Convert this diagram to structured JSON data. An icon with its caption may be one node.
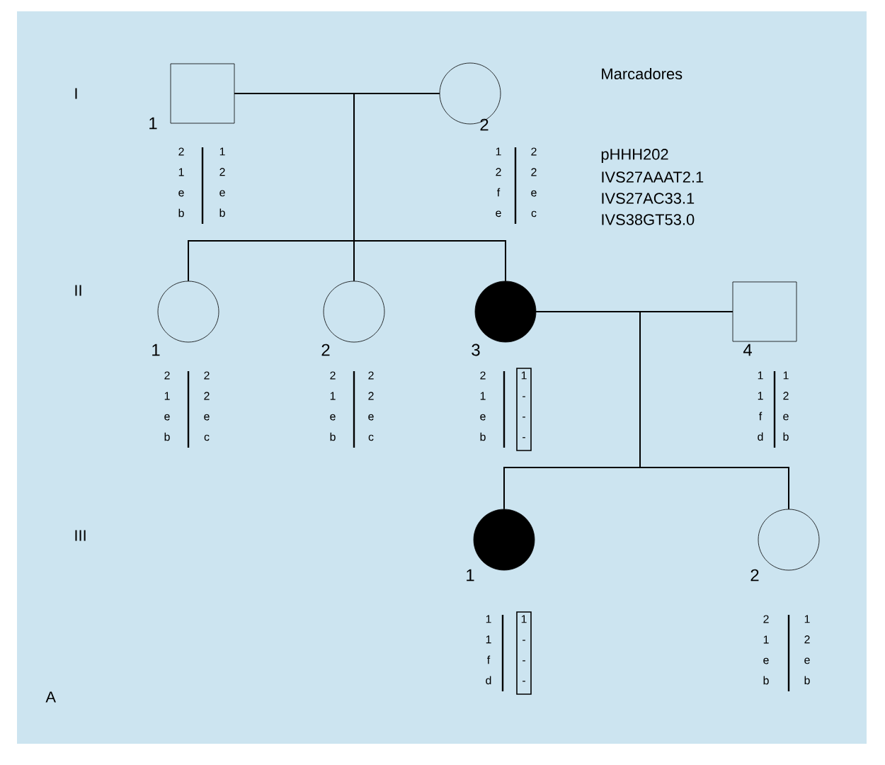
{
  "diagram": {
    "nodes": [
      {
        "text": [],
        "shape": "box",
        "beside": [
          "1",
          "2 1 e b",
          "1 2 e b"
        ]
      },
      {
        "text": [],
        "shape": "circle",
        "beside": [
          "2",
          "1 2 f e",
          "2 2 e c"
        ]
      },
      {
        "text": [],
        "shape": "circle",
        "beside": [
          "1",
          "2 1 e b",
          "2 2 e c"
        ]
      },
      {
        "text": [],
        "shape": "circle",
        "beside": [
          "2",
          "2 1 e b",
          "2 2 e c"
        ]
      },
      {
        "text": [],
        "shape": "disc",
        "beside": [
          "3",
          "2 1 e b",
          "1 - - -"
        ]
      },
      {
        "text": [],
        "shape": "box",
        "beside": [
          "4",
          "1 1 f d",
          "1 2 e b"
        ]
      },
      {
        "text": [],
        "shape": "disc",
        "beside": [
          "1",
          "1 1 f d",
          "1 - - -"
        ]
      },
      {
        "text": [],
        "shape": "circle",
        "beside": [
          "2",
          "2 1 e b",
          "1 2 e b"
        ]
      }
    ],
    "edges": [
      {
        "from": 0,
        "to": 1,
        "arrow": "none"
      },
      {
        "from": 0,
        "to": 2,
        "arrow": "none"
      },
      {
        "from": 0,
        "to": 3,
        "arrow": "none"
      },
      {
        "from": 0,
        "to": 4,
        "arrow": "none"
      },
      {
        "from": 1,
        "to": 2,
        "arrow": "none"
      },
      {
        "from": 1,
        "to": 3,
        "arrow": "none"
      },
      {
        "from": 1,
        "to": 4,
        "arrow": "none"
      },
      {
        "from": 4,
        "to": 5,
        "arrow": "none"
      },
      {
        "from": 4,
        "to": 6,
        "arrow": "none"
      },
      {
        "from": 4,
        "to": 7,
        "arrow": "none"
      },
      {
        "from": 5,
        "to": 6,
        "arrow": "none"
      },
      {
        "from": 5,
        "to": 7,
        "arrow": "none"
      }
    ],
    "labels": [
      "I",
      "Marcadores",
      "pHHH202",
      "IVS27AAAT2.1",
      "IVS27AC33.1",
      "IVS38GT53.0",
      "II",
      "III",
      "A"
    ]
  }
}
